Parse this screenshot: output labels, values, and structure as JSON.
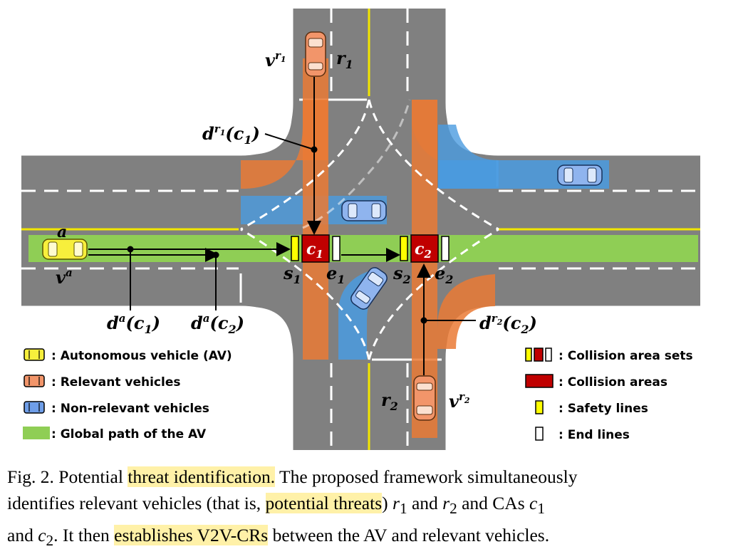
{
  "labels": {
    "v_r1": "v",
    "v_r1_sup": "r",
    "v_r1_subsup": "1",
    "r1": "r",
    "r1_sub": "1",
    "d_r1_c1": "d",
    "d_r1_c1_sup": "r",
    "d_r1_c1_subsup": "1",
    "d_r1_c1_arg": "(c",
    "d_r1_c1_arg_sub": "1",
    "d_r1_c1_close": ")",
    "a": "a",
    "v_a": "v",
    "v_a_sup": "a",
    "c1": "c",
    "c1_sub": "1",
    "c2": "c",
    "c2_sub": "2",
    "s1": "s",
    "s1_sub": "1",
    "e1": "e",
    "e1_sub": "1",
    "s2": "s",
    "s2_sub": "2",
    "e2": "e",
    "e2_sub": "2",
    "d_a_c1": "d",
    "d_a_c1_sup": "a",
    "d_a_c1_arg": "(c",
    "d_a_c1_arg_sub": "1",
    "d_a_c1_close": ")",
    "d_a_c2": "d",
    "d_a_c2_sup": "a",
    "d_a_c2_arg": "(c",
    "d_a_c2_arg_sub": "2",
    "d_a_c2_close": ")",
    "d_r2_c2": "d",
    "d_r2_c2_sup": "r",
    "d_r2_c2_subsup": "2",
    "d_r2_c2_arg": "(c",
    "d_r2_c2_arg_sub": "2",
    "d_r2_c2_close": ")",
    "r2": "r",
    "r2_sub": "2",
    "v_r2": "v",
    "v_r2_sup": "r",
    "v_r2_subsup": "2"
  },
  "legend_left": [
    {
      "label": ": Autonomous vehicle (AV)",
      "color": "#f7ef3c"
    },
    {
      "label": ": Relevant vehicles",
      "color": "#f2956a"
    },
    {
      "label": ": Non-relevant vehicles",
      "color": "#6f9ee8"
    },
    {
      "label": ": Global path of the AV",
      "color": "#8fce55"
    }
  ],
  "legend_right": [
    {
      "label": ": Collision area sets"
    },
    {
      "label": ": Collision areas",
      "color": "#c00000"
    },
    {
      "label": ": Safety lines",
      "color": "#ffff00"
    },
    {
      "label": ": End lines",
      "color": "#ffffff"
    }
  ],
  "colors": {
    "road": "#808080",
    "lane_white": "#ffffff",
    "lane_yellow": "#f2e600",
    "relevant_zone": "#ea7a35",
    "nonrelevant_zone": "#4a9be0",
    "av_path": "#8fce55",
    "collision_area": "#c00000",
    "safety_line": "#ffff00"
  },
  "caption": {
    "line1_a": "Fig. 2. Potential ",
    "line1_hl": "threat identification.",
    "line1_b": " The proposed framework simultaneously",
    "line2_a": "identifies relevant vehicles (that is, ",
    "line2_hl": "potential threats",
    "line2_b": ") ",
    "line2_m1": "r",
    "line2_m1_sub": "1",
    "line2_c": " and ",
    "line2_m2": "r",
    "line2_m2_sub": "2",
    "line2_d": " and CAs ",
    "line2_m3": "c",
    "line2_m3_sub": "1",
    "line3_a": "and ",
    "line3_m1": "c",
    "line3_m1_sub": "2",
    "line3_b": ". It then ",
    "line3_hl": "establishes V2V-CRs",
    "line3_c": " between the AV and relevant vehicles."
  }
}
